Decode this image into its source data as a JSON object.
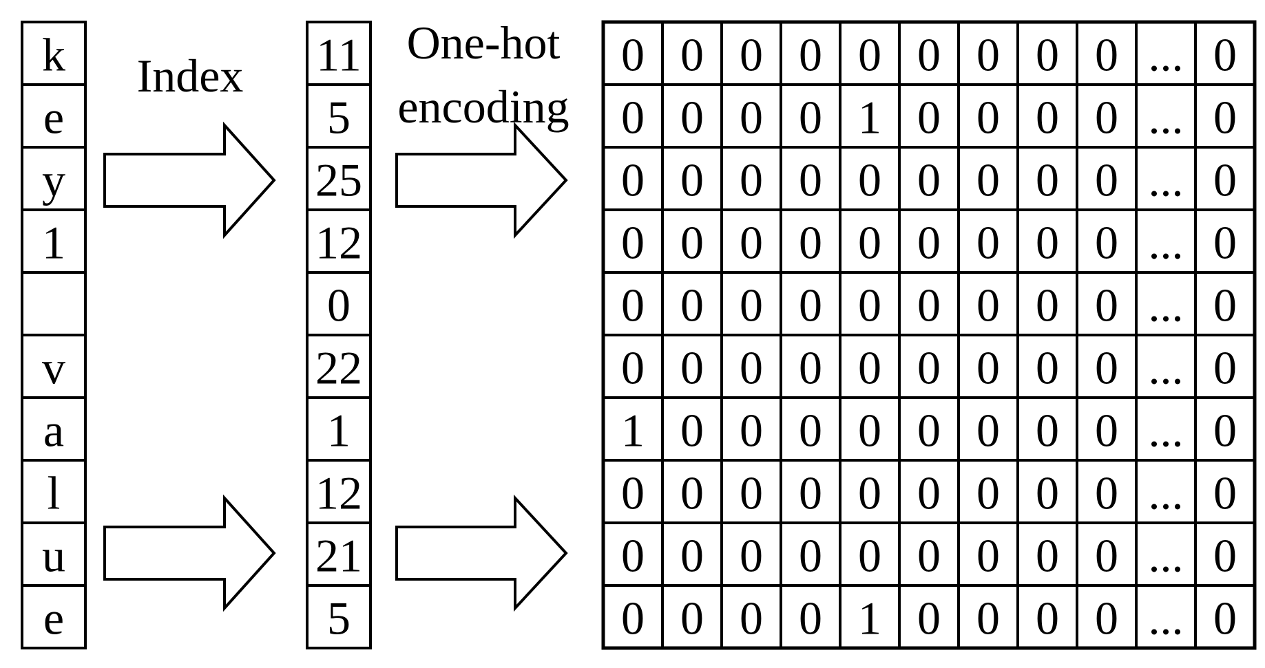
{
  "labels": {
    "index": "Index",
    "onehot_line1": "One-hot",
    "onehot_line2": "encoding"
  },
  "characters": [
    "k",
    "e",
    "y",
    "1",
    "",
    "v",
    "a",
    "l",
    "u",
    "e"
  ],
  "indices": [
    "11",
    "5",
    "25",
    "12",
    "0",
    "22",
    "1",
    "12",
    "21",
    "5"
  ],
  "matrix_rows": [
    [
      "0",
      "0",
      "0",
      "0",
      "0",
      "0",
      "0",
      "0",
      "0",
      "...",
      "0"
    ],
    [
      "0",
      "0",
      "0",
      "0",
      "1",
      "0",
      "0",
      "0",
      "0",
      "...",
      "0"
    ],
    [
      "0",
      "0",
      "0",
      "0",
      "0",
      "0",
      "0",
      "0",
      "0",
      "...",
      "0"
    ],
    [
      "0",
      "0",
      "0",
      "0",
      "0",
      "0",
      "0",
      "0",
      "0",
      "...",
      "0"
    ],
    [
      "0",
      "0",
      "0",
      "0",
      "0",
      "0",
      "0",
      "0",
      "0",
      "...",
      "0"
    ],
    [
      "0",
      "0",
      "0",
      "0",
      "0",
      "0",
      "0",
      "0",
      "0",
      "...",
      "0"
    ],
    [
      "1",
      "0",
      "0",
      "0",
      "0",
      "0",
      "0",
      "0",
      "0",
      "...",
      "0"
    ],
    [
      "0",
      "0",
      "0",
      "0",
      "0",
      "0",
      "0",
      "0",
      "0",
      "...",
      "0"
    ],
    [
      "0",
      "0",
      "0",
      "0",
      "0",
      "0",
      "0",
      "0",
      "0",
      "...",
      "0"
    ],
    [
      "0",
      "0",
      "0",
      "0",
      "1",
      "0",
      "0",
      "0",
      "0",
      "...",
      "0"
    ]
  ]
}
